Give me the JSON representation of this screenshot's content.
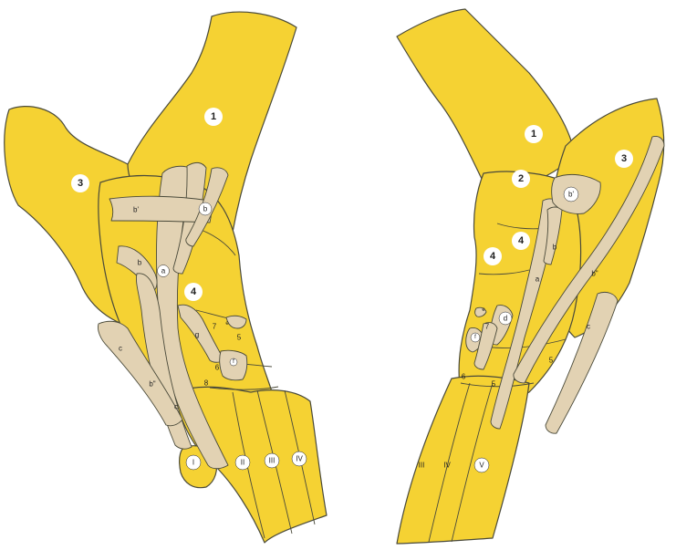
{
  "colors": {
    "bone": "#F5D233",
    "ligament": "#E2D2B3",
    "outline": "#4a4a3a",
    "badge": "#ffffff"
  },
  "left_view": {
    "bones": {
      "b1": "1",
      "b3": "3",
      "b4": "4",
      "b5": "5",
      "b6": "6",
      "b7": "7",
      "b8": "8",
      "mc1": "I",
      "mc2": "II",
      "mc3": "III",
      "mc4": "IV"
    },
    "ligaments": {
      "a": "a",
      "b_upper": "b",
      "b_prime": "b'",
      "b_lower": "b",
      "b_double": "b\"",
      "c_upper": "c",
      "c_lower": "c",
      "g": "g",
      "e": "e",
      "f": "f"
    }
  },
  "right_view": {
    "bones": {
      "b1": "1",
      "b2": "2",
      "b3": "3",
      "b4a": "4",
      "b4b": "4",
      "b5a": "5",
      "b5b": "5",
      "b6": "6",
      "b7": "7",
      "mc3": "III",
      "mc4": "IV",
      "mc5": "V"
    },
    "ligaments": {
      "a": "a",
      "b": "b",
      "b_prime": "b'",
      "b_double": "b\"",
      "c": "c",
      "d": "d",
      "e": "e",
      "f": "f"
    }
  }
}
